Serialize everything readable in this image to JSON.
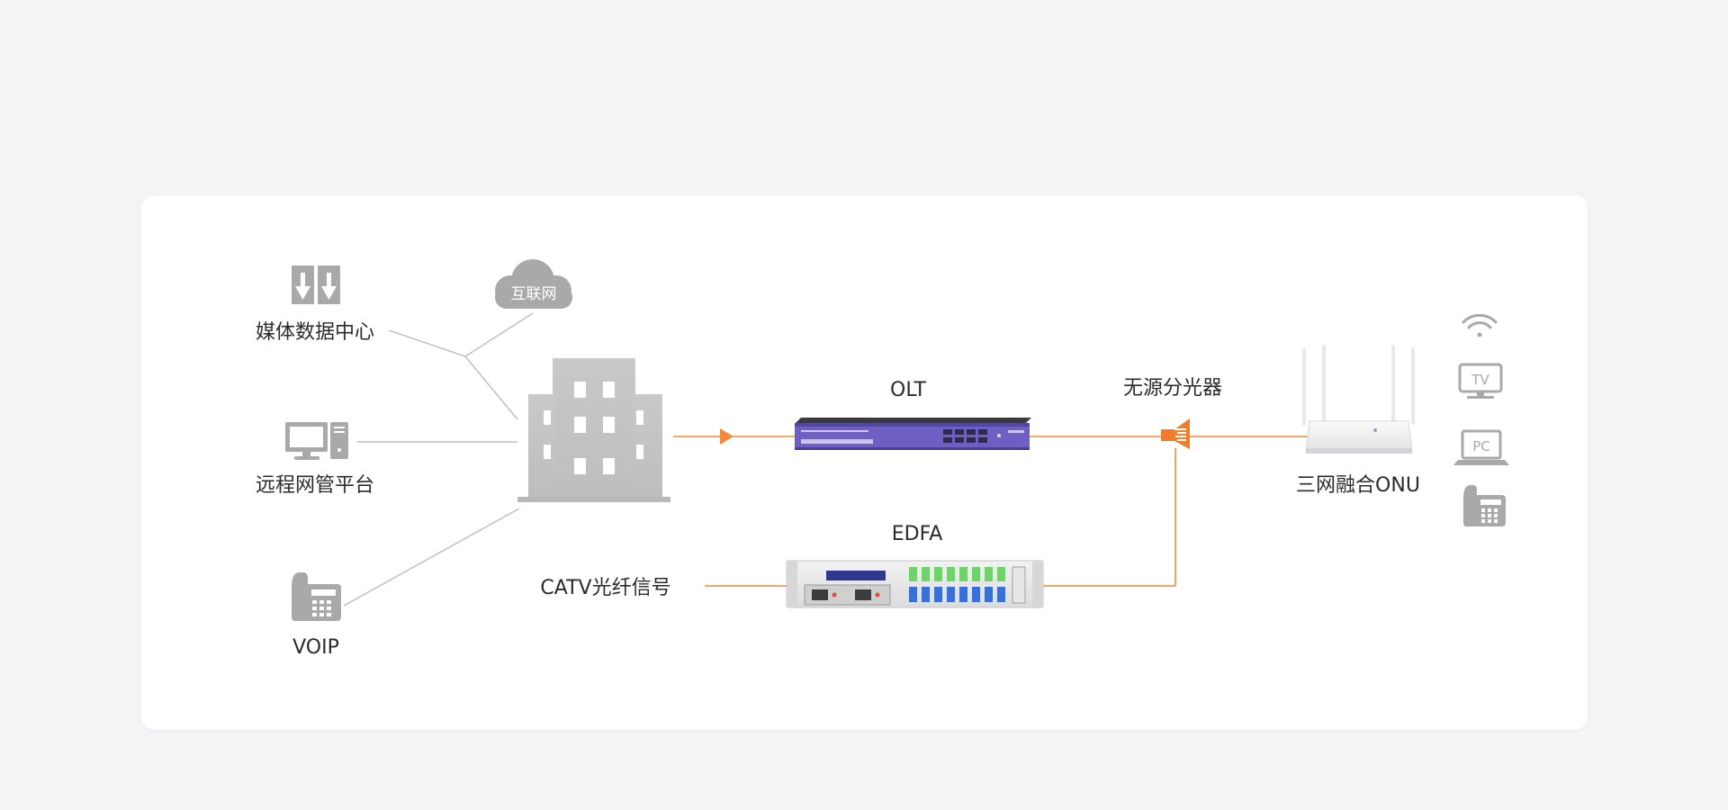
{
  "labels": {
    "media_center": "媒体数据中心",
    "internet": "互联网",
    "remote_nms": "远程网管平台",
    "voip": "VOIP",
    "olt": "OLT",
    "edfa": "EDFA",
    "catv": "CATV光纤信号",
    "splitter": "无源分光器",
    "onu": "三网融合ONU",
    "tv": "TV",
    "pc": "PC"
  },
  "colors": {
    "link_orange": "#f08a3c",
    "splitter_orange": "#ef7d2a",
    "icon_gray": "#a9a9a9",
    "olt_purple": "#6d5fc4",
    "card_bg": "#ffffff",
    "page_bg": "#f4f4f6"
  },
  "icons": {
    "media_center": "download-arrows-icon",
    "internet": "cloud-icon",
    "remote_nms": "desktop-computer-icon",
    "voip": "desk-phone-icon",
    "central_office": "office-building-icon",
    "splitter": "optical-splitter-icon",
    "onu": "wifi-router-icon",
    "wifi": "wifi-icon",
    "tv": "tv-monitor-icon",
    "pc": "laptop-icon",
    "phone": "desk-phone-icon"
  }
}
